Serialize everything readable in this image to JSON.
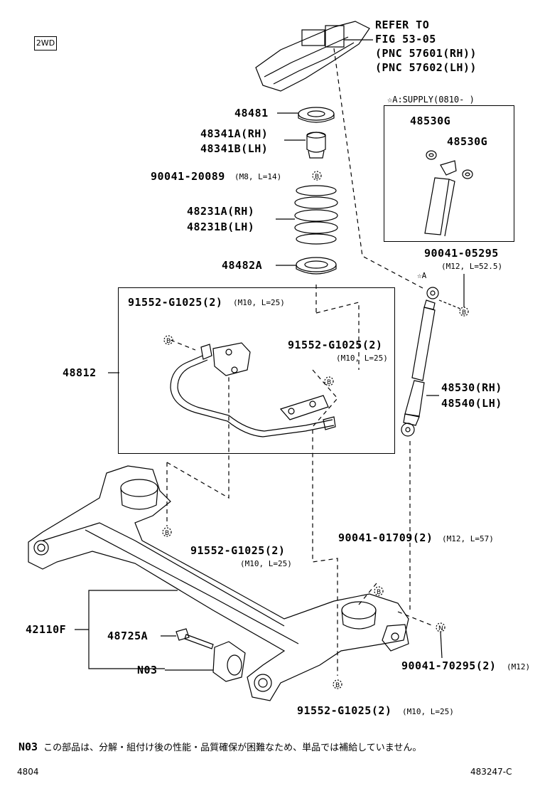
{
  "tag": "2WD",
  "refer": {
    "line1": "REFER TO",
    "line2": "FIG 53-05",
    "line3": "(PNC 57601(RH))",
    "line4": "(PNC 57602(LH))"
  },
  "supply_box": {
    "title": "☆A:SUPPLY(0810-     )",
    "part_a": "48530G",
    "part_b": "48530G"
  },
  "parts": {
    "p48481": "48481",
    "p48341a": "48341A(RH)",
    "p48341b": "48341B(LH)",
    "p90041_20089": "90041-20089",
    "p90041_20089_spec": "(M8, L=14)",
    "p48231a": "48231A(RH)",
    "p48231b": "48231B(LH)",
    "p48482a": "48482A",
    "p90041_05295": "90041-05295",
    "p90041_05295_spec": "(M12, L=52.5)",
    "star_a": "☆A",
    "p91552_top": "91552-G1025(2)",
    "p91552_top_spec": "(M10, L=25)",
    "p91552_mid": "91552-G1025(2)",
    "p91552_mid_spec": "(M10, L=25)",
    "p48812": "48812",
    "p48530": "48530(RH)",
    "p48540": "48540(LH)",
    "p91552_low": "91552-G1025(2)",
    "p91552_low_spec": "(M10, L=25)",
    "p90041_01709": "90041-01709(2)",
    "p90041_01709_spec": "(M12, L=57)",
    "p42110f": "42110F",
    "p48725a": "48725A",
    "pN03": "N03",
    "p90041_70295": "90041-70295(2)",
    "p90041_70295_spec": "(M12)",
    "p91552_bot": "91552-G1025(2)",
    "p91552_bot_spec": "(M10, L=25)"
  },
  "note": {
    "code": "N03",
    "text": "この部品は、分解・組付け後の性能・品質確保が困難なため、単品では補給していません。"
  },
  "footer": {
    "left": "4804",
    "right": "483247-C"
  }
}
